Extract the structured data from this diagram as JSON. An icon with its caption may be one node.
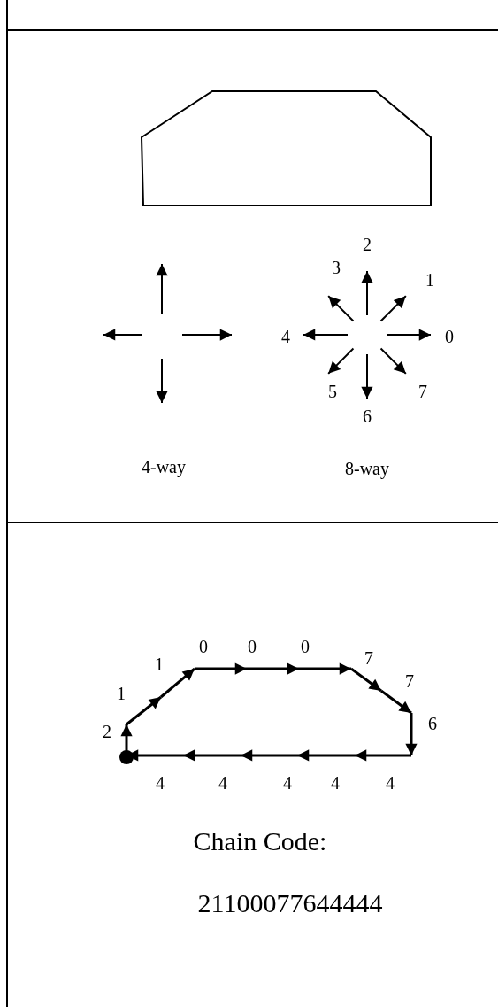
{
  "diagram": {
    "labels": [
      "2",
      "3",
      "1",
      "4",
      "0",
      "5",
      "7",
      "6",
      "4-way",
      "8-way",
      "0",
      "0",
      "0",
      "7",
      "1",
      "7",
      "1",
      "6",
      "2",
      "4",
      "4",
      "4",
      "4",
      "4",
      "Chain Code:",
      "21100077644444"
    ]
  }
}
